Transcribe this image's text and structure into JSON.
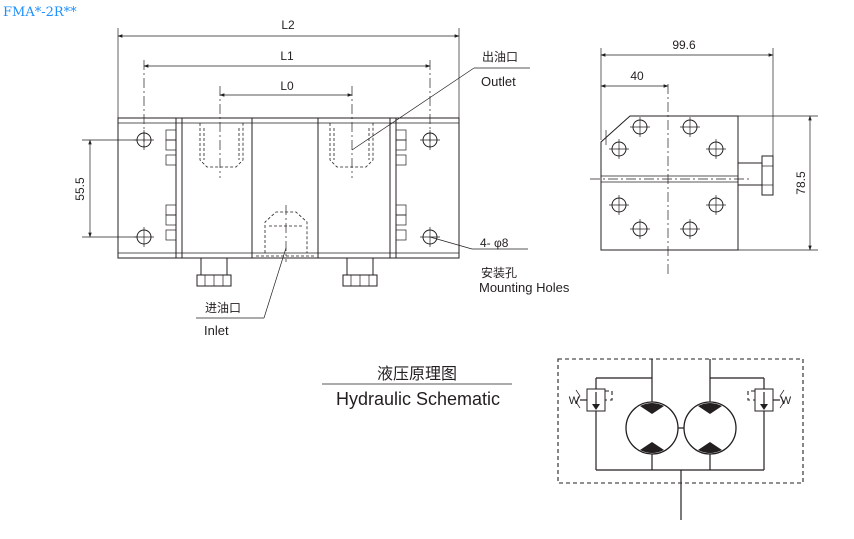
{
  "model_code": "FMA*-2R**",
  "front_view": {
    "dim_l2": "L2",
    "dim_l1": "L1",
    "dim_l0": "L0",
    "dim_height": "55.5",
    "outlet_cn": "出油口",
    "outlet_en": "Outlet",
    "inlet_cn": "进油口",
    "inlet_en": "Inlet",
    "holes_label": "4- φ8",
    "holes_cn": "安装孔",
    "holes_en": "Mounting Holes"
  },
  "side_view": {
    "dim_width": "99.6",
    "dim_offset": "40",
    "dim_height": "78.5"
  },
  "schematic": {
    "title_cn": "液压原理图",
    "title_en": "Hydraulic Schematic",
    "spring_label_left": "W",
    "spring_label_right": "W"
  },
  "colors": {
    "line": "#231f20",
    "model_code": "#1e90ff",
    "background": "#ffffff"
  }
}
